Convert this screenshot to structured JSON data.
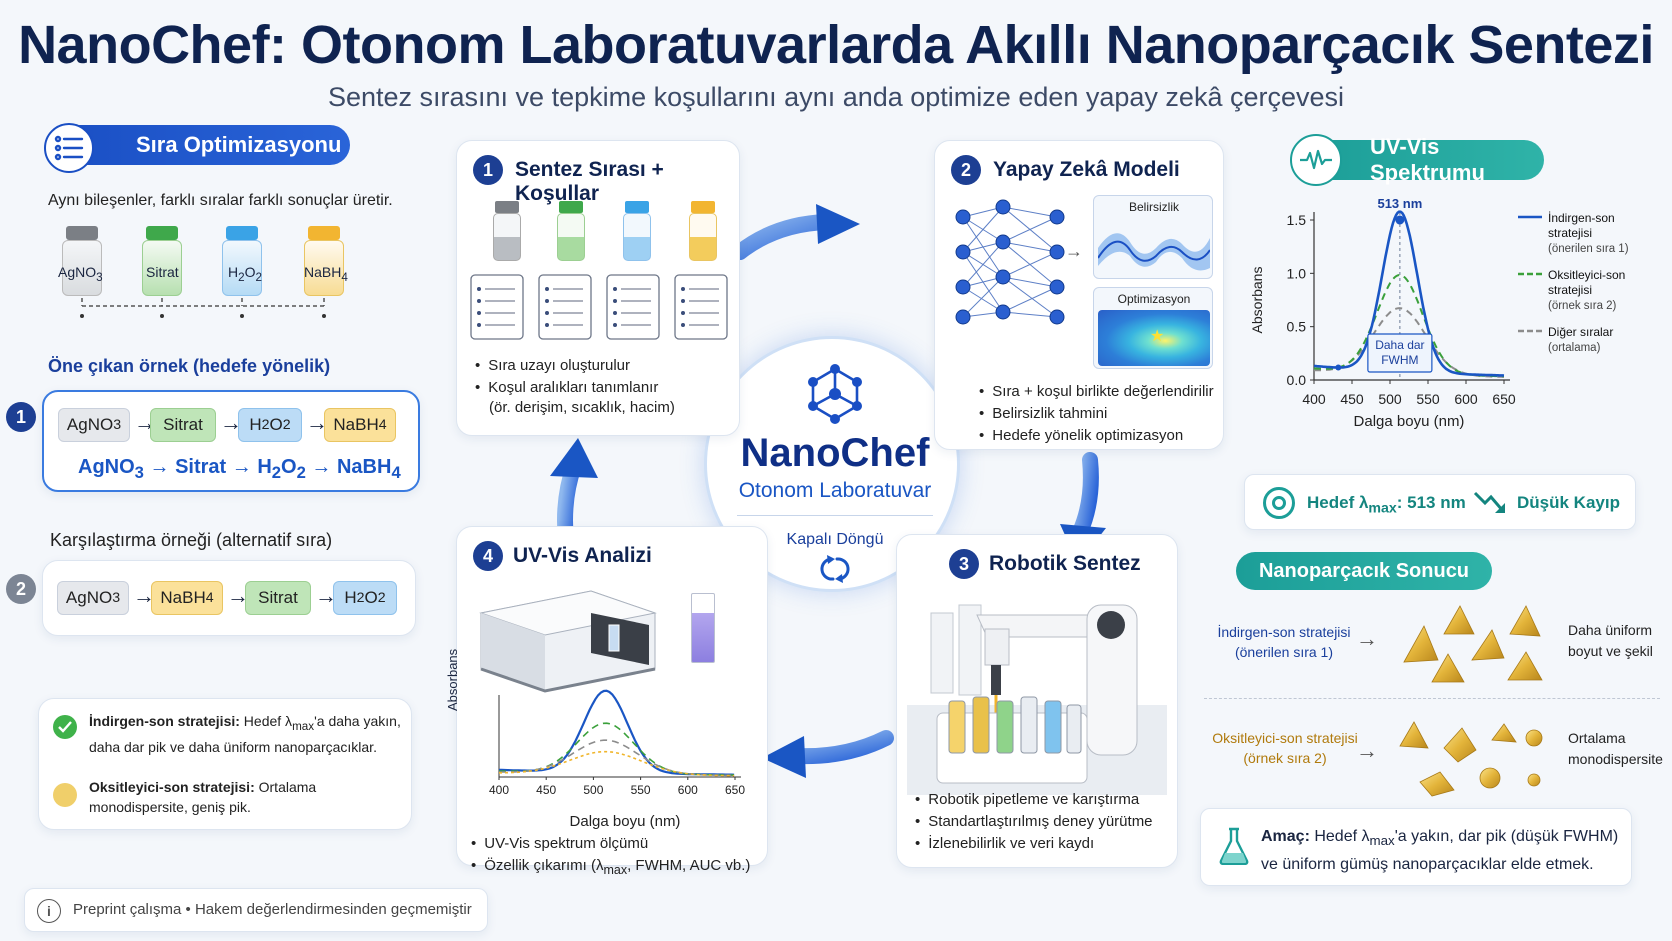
{
  "header": {
    "title": "NanoChef: Otonom Laboratuvarlarda Akıllı Nanoparçacık Sentezi",
    "subtitle": "Sentez sırasını ve tepkime koşullarını aynı anda optimize eden yapay zekâ çerçevesi"
  },
  "left": {
    "pill_label": "Sıra Optimizasyonu",
    "intro": "Aynı bileşenler, farklı sıralar farklı sonuçlar üretir.",
    "vials": [
      "AgNO",
      "Sitrat",
      "H",
      "NaBH"
    ],
    "highlight_heading": "Öne çıkan örnek (hedefe yönelik)",
    "highlight_num": "1",
    "highlight_seq": [
      "AgNO",
      "Sitrat",
      "H",
      "NaBH"
    ],
    "highlight_formula": [
      "AgNO",
      "Sitrat",
      "H",
      "NaBH"
    ],
    "compare_heading": "Karşılaştırma örneği (alternatif sıra)",
    "compare_num": "2",
    "compare_seq": [
      "AgNO",
      "NaBH",
      "Sitrat",
      "H"
    ],
    "note1_bold": "İndirgen-son stratejisi:",
    "note1_a": " Hedef λ",
    "note1_sub": "max",
    "note1_b": "'a daha yakın, daha dar pik ve daha üniform nanoparçacıklar.",
    "note2_bold": "Oksitleyici-son stratejisi:",
    "note2_text": " Ortalama monodispersite, geniş pik.",
    "footer": "Preprint çalışma • Hakem değerlendirmesinden geçmemiştir"
  },
  "step1": {
    "num": "1",
    "title": "Sentez Sırası + Koşullar",
    "bullets": [
      "Sıra uzayı oluşturulur",
      "Koşul aralıkları tanımlanır",
      "(ör. derişim, sıcaklık, hacim)"
    ]
  },
  "step2": {
    "num": "2",
    "title": "Yapay Zekâ Modeli",
    "panel1": "Belirsizlik",
    "panel2": "Optimizasyon",
    "bullets": [
      "Sıra + koşul birlikte değerlendirilir",
      "Belirsizlik tahmini",
      "Hedefe yönelik optimizasyon"
    ]
  },
  "step3": {
    "num": "3",
    "title": "Robotik Sentez",
    "bullets": [
      "Robotik pipetleme ve karıştırma",
      "Standartlaştırılmış deney yürütme",
      "İzlenebilirlik ve veri kaydı"
    ]
  },
  "step4": {
    "num": "4",
    "title": "UV-Vis Analizi",
    "ylabel": "Absorbans",
    "xlabel": "Dalga boyu (nm)",
    "xticks": [
      "400",
      "450",
      "500",
      "550",
      "600",
      "650"
    ],
    "b1": "UV-Vis spektrum ölçümü",
    "b2a": "Özellik çıkarımı (λ",
    "b2sub": "max",
    "b2b": ", FWHM, AUC vb.)"
  },
  "center": {
    "name": "NanoChef",
    "sub": "Otonom Laboratuvar",
    "loop": "Kapalı Döngü"
  },
  "right": {
    "pill_label": "UV-Vis Spektrumu",
    "target_a": "Hedef λ",
    "target_sub": "max",
    "target_b": ": 513 nm",
    "low_loss": "Düşük Kayıp",
    "result_pill": "Nanoparçacık Sonucu",
    "res1_label": [
      "İndirgen-son stratejisi",
      "(önerilen sıra 1)"
    ],
    "res1_desc": [
      "Daha üniform",
      "boyut ve şekil"
    ],
    "res2_label": [
      "Oksitleyici-son stratejisi",
      "(örnek sıra 2)"
    ],
    "res2_desc": [
      "Ortalama",
      "monodispersite"
    ],
    "goal_bold": "Amaç:",
    "goal_a": " Hedef λ",
    "goal_sub": "max",
    "goal_b": "'a yakın, dar pik (düşük FWHM)",
    "goal_c": "ve üniform gümüş nanoparçacıklar elde etmek."
  },
  "chart_data": {
    "type": "line",
    "xlabel": "Dalga boyu (nm)",
    "ylabel": "Absorbans",
    "xlim": [
      400,
      650
    ],
    "ylim": [
      0,
      1.5
    ],
    "xticks": [
      400,
      450,
      500,
      550,
      600,
      650
    ],
    "yticks": [
      0.0,
      0.5,
      1.0,
      1.5
    ],
    "ytick_labels": [
      "0.0",
      "0.5",
      "1.0",
      "1.5"
    ],
    "peak_label": "513 nm",
    "fwhm_label": [
      "Daha dar",
      "FWHM"
    ],
    "series": [
      {
        "name": "İndirgen-son stratejisi (önerilen sıra 1)",
        "name_lines": [
          "İndirgen-son",
          "stratejisi",
          "(önerilen sıra 1)"
        ],
        "color": "#1a56c4",
        "dash": "",
        "peak_x": 513,
        "peak_y": 1.5,
        "sigma": 23,
        "baseline": 0.22
      },
      {
        "name": "Oksitleyici-son stratejisi (örnek sıra 2)",
        "name_lines": [
          "Oksitleyici-son",
          "stratejisi",
          "(örnek sıra 2)"
        ],
        "color": "#3aa03a",
        "dash": "7,5",
        "peak_x": 513,
        "peak_y": 0.92,
        "sigma": 30,
        "baseline": 0.18
      },
      {
        "name": "Diğer sıralar (ortalama)",
        "name_lines": [
          "Diğer sıralar",
          "(ortalama)"
        ],
        "color": "#8c8c8c",
        "dash": "7,5",
        "peak_x": 513,
        "peak_y": 0.62,
        "sigma": 34,
        "baseline": 0.15
      }
    ]
  },
  "colors": {
    "navy": "#0f2350",
    "blue": "#1a4fc4",
    "teal": "#1c9e98",
    "gold": "#e3b43a"
  }
}
